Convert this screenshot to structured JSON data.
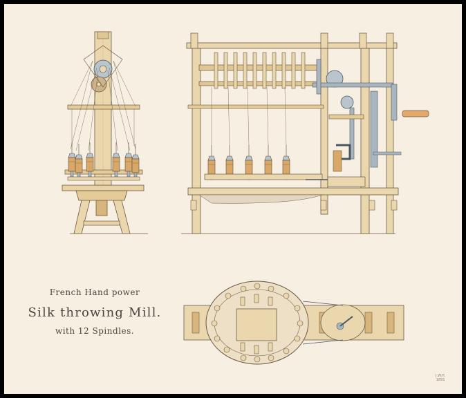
{
  "title": {
    "line1": "French Hand power",
    "line2": "Silk throwing Mill.",
    "line3": "with 12 Spindles."
  },
  "signature": {
    "initials": "J.W.H.",
    "year": "1891"
  },
  "colors": {
    "paper": "#f6efe2",
    "wood": "#e9d3a6",
    "wood_dark": "#cda86c",
    "ink": "#5a4d3e",
    "steel": "#a9b6c0",
    "border": "#000000"
  }
}
